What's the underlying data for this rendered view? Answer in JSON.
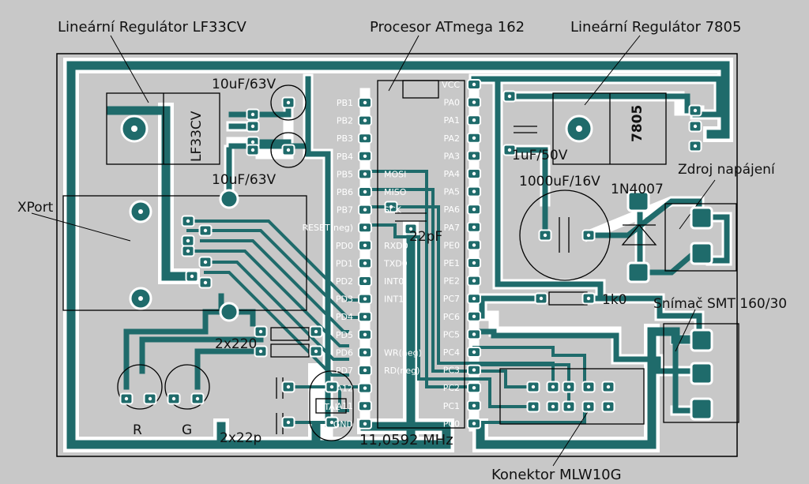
{
  "labels": {
    "reg_lf33": "Lineární Regulátor LF33CV",
    "processor": "Procesor ATmega 162",
    "reg_7805": "Lineární Regulátor 7805",
    "cap_top": "10uF/63V",
    "cap_bottom": "10uF/63V",
    "lf33_body": "LF33CV",
    "body_7805": "7805",
    "cap_1uf": "1uF/50V",
    "cap_1000": "1000uF/16V",
    "diode": "1N4007",
    "power_src": "Zdroj napájení",
    "xport": "XPort",
    "cap_22pf": "22pF",
    "resistor_1k": "1k0",
    "sensor": "Snímač SMT 160/30",
    "res_2x220": "2x220",
    "led_r": "R",
    "led_g": "G",
    "cap_2x22p": "2x22p",
    "crystal": "11,0592 MHz",
    "connector": "Konektor MLW10G",
    "xtal_body": "XTAL"
  },
  "pins_left": [
    "PB1",
    "PB2",
    "PB3",
    "PB4",
    "PB5",
    "PB6",
    "PB7",
    "RESET(neg)",
    "PD0",
    "PD1",
    "PD2",
    "PD3",
    "PD4",
    "PD5",
    "PD6",
    "PD7",
    "A12",
    "A11",
    "GND"
  ],
  "pins_left_func": [
    "",
    "",
    "",
    "",
    "MOSI",
    "MISO",
    "SCK",
    "",
    "RXD0",
    "TXD0",
    "INT0",
    "INT1",
    "",
    "",
    "WR(neg)",
    "RD(neg)",
    "",
    "",
    ""
  ],
  "pins_right": [
    "VCC",
    "PA0",
    "PA1",
    "PA2",
    "PA3",
    "PA4",
    "PA5",
    "PA6",
    "PA7",
    "PE0",
    "PE1",
    "PE2",
    "PC7",
    "PC6",
    "PC5",
    "PC4",
    "PC3",
    "PC2",
    "PC1",
    "PC0"
  ],
  "colors": {
    "copper": "#1f6b6b",
    "background": "#c8c8c8",
    "halo": "#ffffff",
    "outline": "#000000"
  }
}
